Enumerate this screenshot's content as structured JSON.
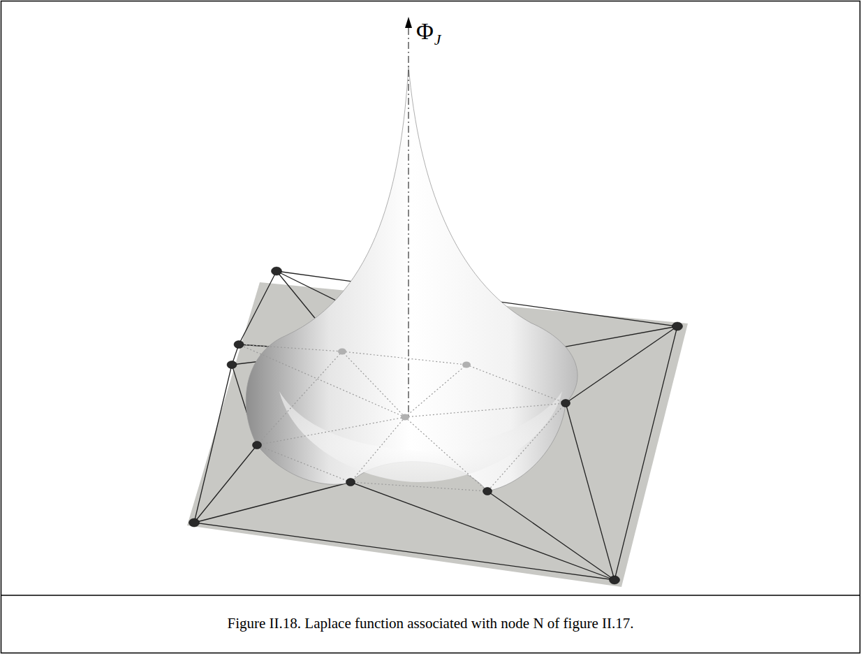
{
  "diagram": {
    "caption": "Figure II.18. Laplace function associated with node N of figure II.17.",
    "labels": [
      "Φ",
      "J"
    ]
  }
}
